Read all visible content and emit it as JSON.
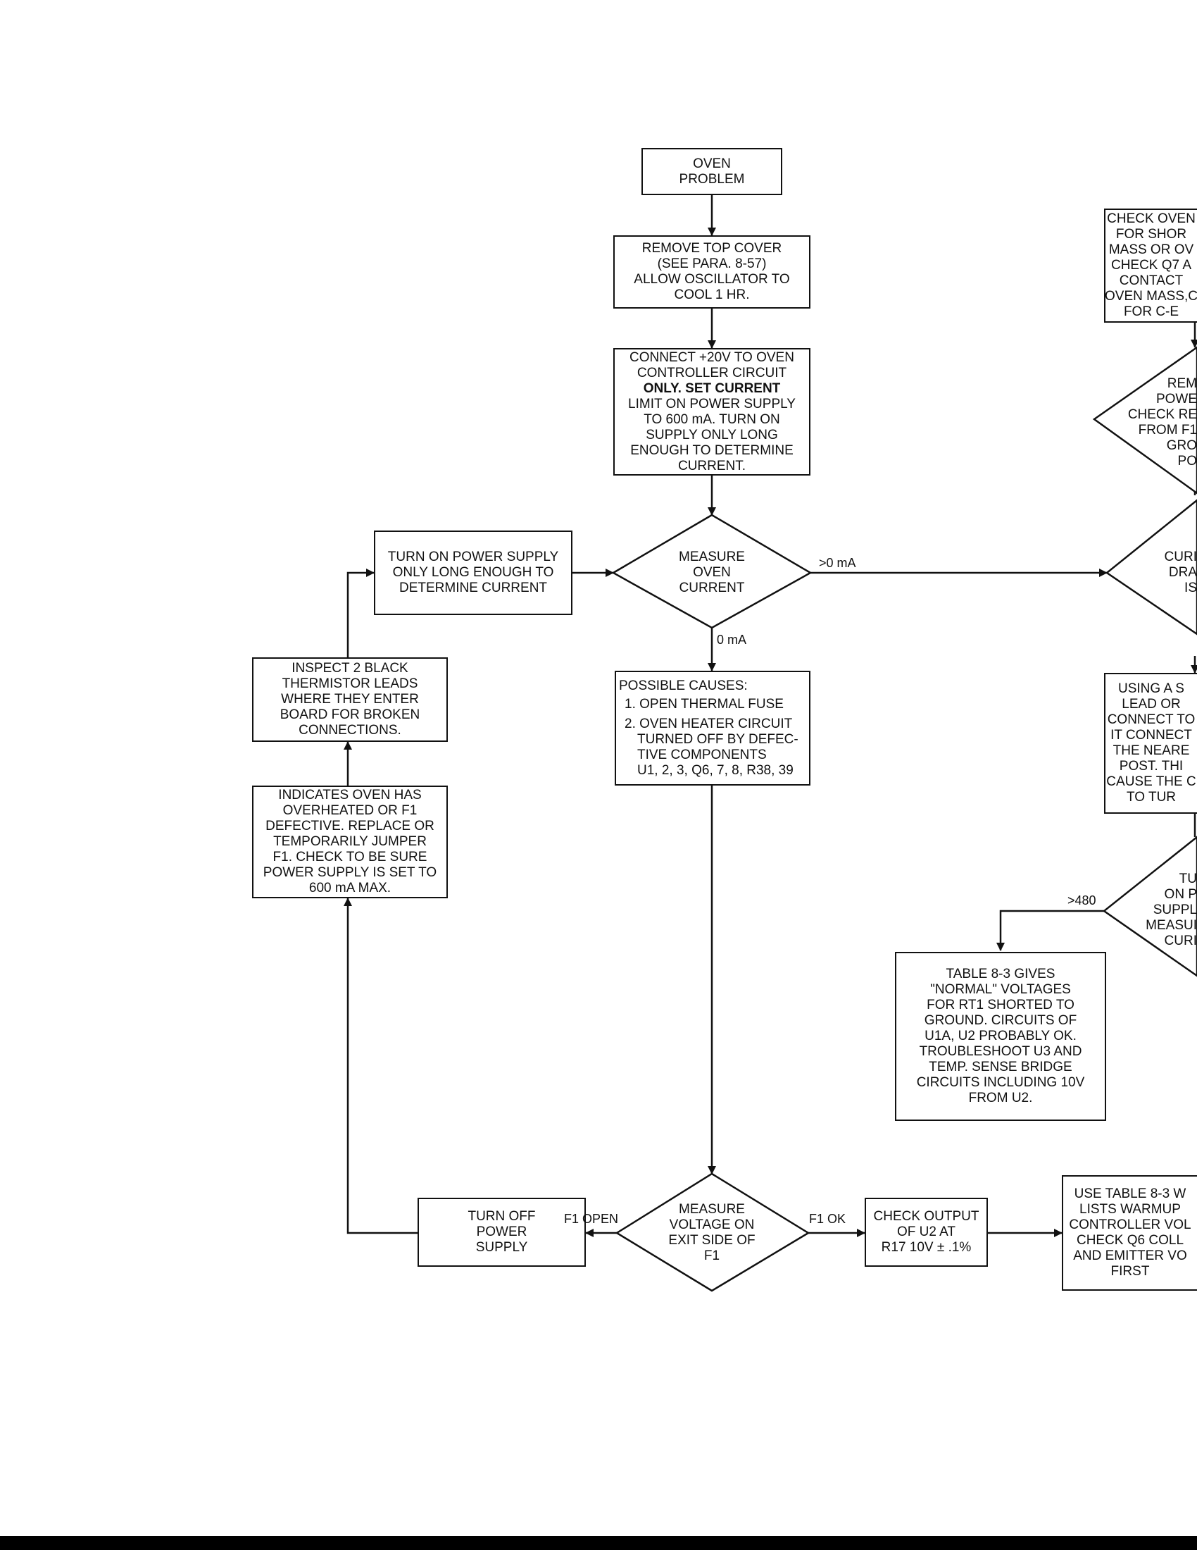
{
  "nodes": {
    "oven_problem": [
      "OVEN",
      "PROBLEM"
    ],
    "remove_cover": [
      "REMOVE TOP COVER",
      "(SEE PARA. 8-57)",
      "ALLOW OSCILLATOR TO",
      "COOL 1 HR."
    ],
    "connect_20v": [
      "CONNECT +20V TO OVEN",
      "CONTROLLER CIRCUIT",
      "ONLY. SET CURRENT",
      "LIMIT ON POWER SUPPLY",
      "TO 600 mA. TURN ON",
      "SUPPLY ONLY LONG",
      "ENOUGH TO DETERMINE",
      "CURRENT."
    ],
    "measure_oven_current": [
      "MEASURE",
      "OVEN",
      "CURRENT"
    ],
    "turn_on_power": [
      "TURN ON POWER SUPPLY",
      "ONLY LONG ENOUGH TO",
      "DETERMINE CURRENT"
    ],
    "inspect_leads": [
      "INSPECT 2 BLACK",
      "THERMISTOR LEADS",
      "WHERE THEY ENTER",
      "BOARD FOR BROKEN",
      "CONNECTIONS."
    ],
    "indicates_overheated": [
      "INDICATES OVEN HAS",
      "OVERHEATED OR F1",
      "DEFECTIVE. REPLACE OR",
      "TEMPORARILY JUMPER",
      "F1. CHECK TO BE SURE",
      "POWER SUPPLY IS SET TO",
      "600 mA MAX."
    ],
    "possible_causes": {
      "heading": "POSSIBLE CAUSES:",
      "item1": "1. OPEN THERMAL FUSE",
      "item2": [
        "2. OVEN HEATER CIRCUIT",
        "TURNED OFF BY DEFEC-",
        "TIVE COMPONENTS",
        "U1, 2, 3, Q6, 7, 8, R38, 39"
      ]
    },
    "measure_voltage_f1": [
      "MEASURE",
      "VOLTAGE ON",
      "EXIT SIDE OF",
      "F1"
    ],
    "turn_off_power": [
      "TURN OFF",
      "POWER",
      "SUPPLY"
    ],
    "check_output_u2": [
      "CHECK OUTPUT",
      "OF U2 AT",
      "R17 10V ± .1%"
    ],
    "use_table_83": [
      "USE TABLE 8-3 W",
      "LISTS WARMUP",
      "CONTROLLER VOL",
      "CHECK Q6 COLL",
      "AND EMITTER VO",
      "FIRST"
    ],
    "table_83_gives": [
      "TABLE 8-3 GIVES",
      "\"NORMAL\" VOLTAGES",
      "FOR RT1 SHORTED TO",
      "GROUND. CIRCUITS OF",
      "U1A, U2 PROBABLY OK.",
      "TROUBLESHOOT U3 AND",
      "TEMP. SENSE BRIDGE",
      "CIRCUITS INCLUDING 10V",
      "FROM U2."
    ],
    "check_oven_partial": [
      "CHECK OVEN",
      "FOR SHOR",
      "MASS OR OV",
      "CHECK Q7 A",
      "CONTACT",
      "OVEN MASS,C",
      "FOR C-E"
    ],
    "remove_power_partial": [
      "REM",
      "POWE",
      "CHECK RE",
      "FROM F1",
      "GRO",
      "PO"
    ],
    "current_drawn_partial": [
      "CURI",
      "DRA",
      "IS"
    ],
    "using_short_partial": [
      "USING A S",
      "LEAD OR",
      "CONNECT TO",
      "IT CONNECT",
      "THE NEARE",
      "POST. THI",
      "CAUSE THE C",
      "TO TUR"
    ],
    "turn_on_ps_partial": [
      "TU",
      "ON P",
      "SUPPL",
      "MEASUI",
      "CURI"
    ]
  },
  "edge_labels": {
    "gt0ma": ">0 mA",
    "zero_ma": "0 mA",
    "gt480": ">480",
    "f1_open": "F1 OPEN",
    "f1_ok": "F1 OK"
  }
}
